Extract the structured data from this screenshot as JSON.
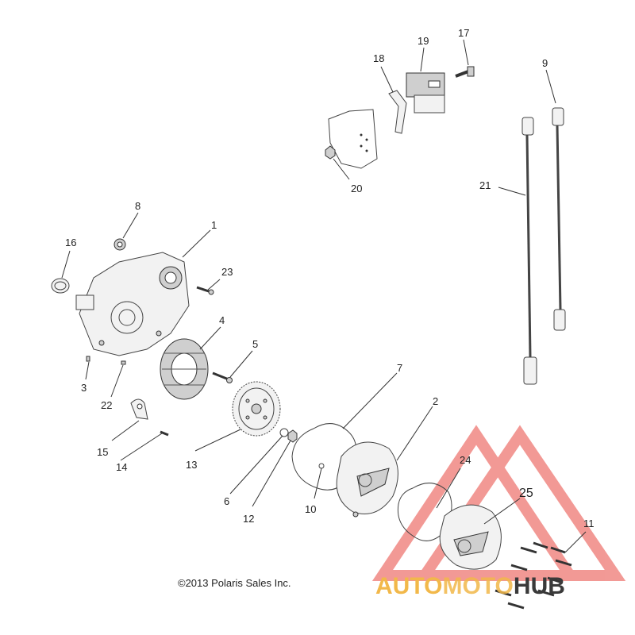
{
  "callouts": {
    "c1": "1",
    "c2": "2",
    "c3": "3",
    "c4": "4",
    "c5": "5",
    "c6": "6",
    "c7": "7",
    "c8": "8",
    "c9": "9",
    "c10": "10",
    "c11": "11",
    "c12": "12",
    "c13": "13",
    "c14": "14",
    "c15": "15",
    "c16": "16",
    "c17": "17",
    "c18": "18",
    "c19": "19",
    "c20": "20",
    "c21": "21",
    "c22": "22",
    "c23": "23",
    "c24": "24",
    "c25": "25"
  },
  "copyright": "©2013 Polaris Sales Inc.",
  "watermark": {
    "part1": "AUTO",
    "part2": "MOTO",
    "part3": "HUB",
    "color_orange": "#f2b84a",
    "color_red": "#e8473f",
    "color_dark": "#3a3a3a"
  }
}
